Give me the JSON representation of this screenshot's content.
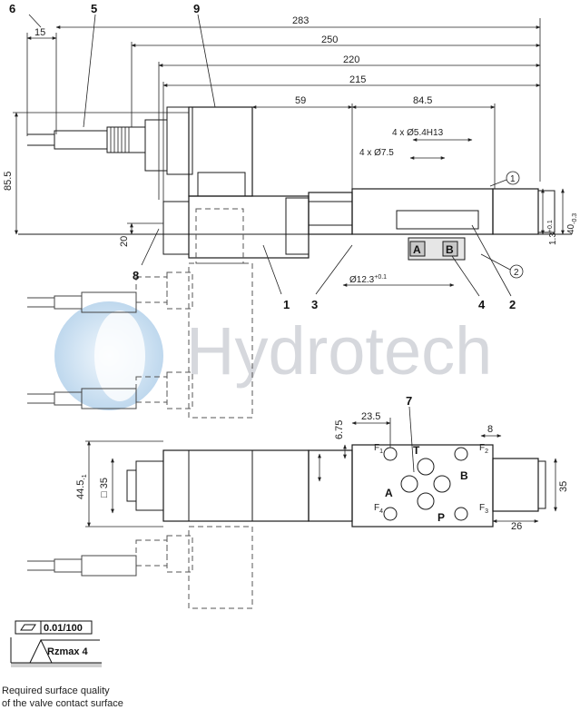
{
  "watermark": "Hydrotech",
  "callouts": [
    "6",
    "5",
    "9",
    "8",
    "1",
    "3",
    "4",
    "2",
    "7"
  ],
  "dimensions": {
    "d283": "283",
    "d250": "250",
    "d220": "220",
    "d215": "215",
    "d15": "15",
    "d59": "59",
    "d84_5": "84.5",
    "d85_5": "85.5",
    "d20": "20",
    "holes_a": "4 x Ø5.4H13",
    "holes_b": "4 x Ø7.5",
    "d12_3": "Ø12.3",
    "d12_3_tol": "+0.1",
    "d1_3": "1.3",
    "d1_3_tol": "+0.1",
    "d40": "40",
    "d40_tol": "-0.3",
    "d23_5": "23.5",
    "d6_75": "6.75",
    "d8": "8",
    "d44_5": "44.5",
    "d44_5_tol": "-1",
    "sq35": "□ 35",
    "d35": "35",
    "d26": "26"
  },
  "circled_marks": [
    "1",
    "2"
  ],
  "ports": {
    "A": "A",
    "B": "B",
    "T": "T",
    "P": "P",
    "F1": "F",
    "F1_sub": "1",
    "F2": "F",
    "F2_sub": "2",
    "F3": "F",
    "F3_sub": "3",
    "F4": "F",
    "F4_sub": "4"
  },
  "surface": {
    "flatness": "0.01/100",
    "roughness": "Rzmax 4",
    "note_line1": "Required surface quality",
    "note_line2": "of the valve contact surface"
  }
}
